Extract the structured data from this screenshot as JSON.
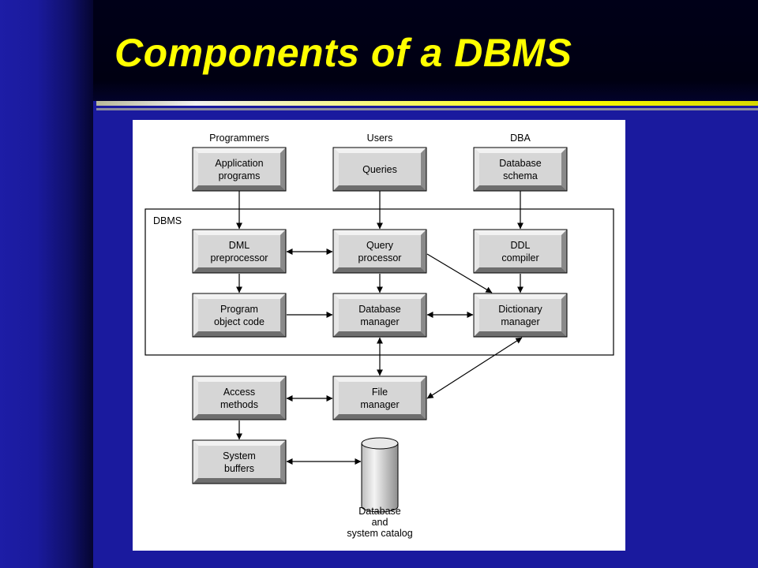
{
  "slide": {
    "title": "Components of a DBMS"
  },
  "diagram": {
    "actors": [
      {
        "id": "programmers",
        "label": "Programmers"
      },
      {
        "id": "users",
        "label": "Users"
      },
      {
        "id": "dba",
        "label": "DBA"
      }
    ],
    "group": {
      "id": "dbms",
      "label": "DBMS"
    },
    "nodes": [
      {
        "id": "app-programs",
        "lines": [
          "Application",
          "programs"
        ]
      },
      {
        "id": "queries",
        "lines": [
          "Queries"
        ]
      },
      {
        "id": "db-schema",
        "lines": [
          "Database",
          "schema"
        ]
      },
      {
        "id": "dml-preprocessor",
        "lines": [
          "DML",
          "preprocessor"
        ]
      },
      {
        "id": "query-processor",
        "lines": [
          "Query",
          "processor"
        ]
      },
      {
        "id": "ddl-compiler",
        "lines": [
          "DDL",
          "compiler"
        ]
      },
      {
        "id": "program-object-code",
        "lines": [
          "Program",
          "object code"
        ]
      },
      {
        "id": "database-manager",
        "lines": [
          "Database",
          "manager"
        ]
      },
      {
        "id": "dictionary-manager",
        "lines": [
          "Dictionary",
          "manager"
        ]
      },
      {
        "id": "access-methods",
        "lines": [
          "Access",
          "methods"
        ]
      },
      {
        "id": "file-manager",
        "lines": [
          "File",
          "manager"
        ]
      },
      {
        "id": "system-buffers",
        "lines": [
          "System",
          "buffers"
        ]
      }
    ],
    "storage": {
      "id": "database-catalog",
      "lines": [
        "Database",
        "and",
        "system catalog"
      ]
    },
    "edges": [
      {
        "from": "app-programs",
        "to": "dml-preprocessor",
        "type": "directed"
      },
      {
        "from": "queries",
        "to": "query-processor",
        "type": "directed"
      },
      {
        "from": "db-schema",
        "to": "ddl-compiler",
        "type": "directed"
      },
      {
        "from": "dml-preprocessor",
        "to": "query-processor",
        "type": "bidirectional"
      },
      {
        "from": "dml-preprocessor",
        "to": "program-object-code",
        "type": "directed"
      },
      {
        "from": "query-processor",
        "to": "database-manager",
        "type": "directed"
      },
      {
        "from": "query-processor",
        "to": "dictionary-manager",
        "type": "directed"
      },
      {
        "from": "ddl-compiler",
        "to": "dictionary-manager",
        "type": "directed"
      },
      {
        "from": "program-object-code",
        "to": "database-manager",
        "type": "directed"
      },
      {
        "from": "database-manager",
        "to": "dictionary-manager",
        "type": "bidirectional"
      },
      {
        "from": "database-manager",
        "to": "file-manager",
        "type": "bidirectional"
      },
      {
        "from": "dictionary-manager",
        "to": "file-manager",
        "type": "bidirectional"
      },
      {
        "from": "access-methods",
        "to": "file-manager",
        "type": "bidirectional"
      },
      {
        "from": "access-methods",
        "to": "system-buffers",
        "type": "directed"
      },
      {
        "from": "system-buffers",
        "to": "database-catalog",
        "type": "bidirectional"
      }
    ]
  }
}
